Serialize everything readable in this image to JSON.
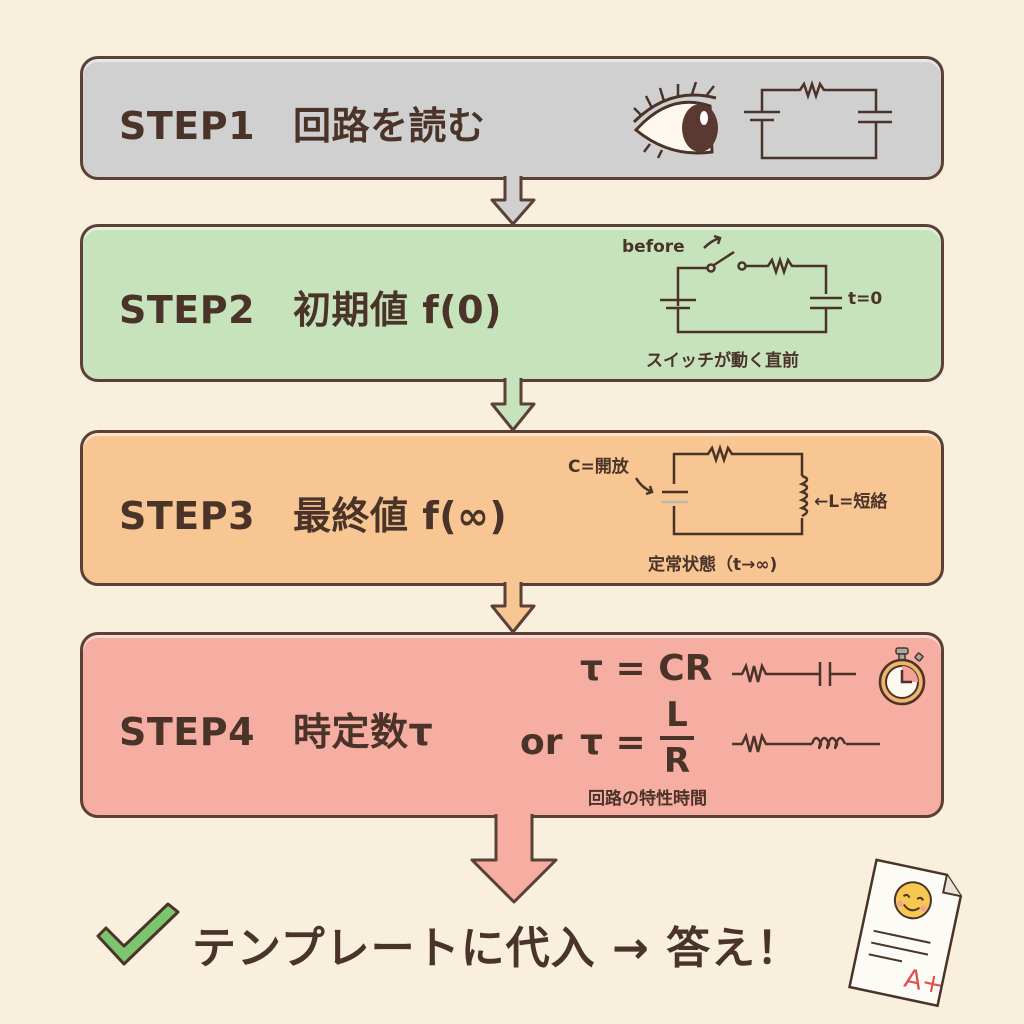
{
  "steps": [
    {
      "label": "STEP1",
      "title": "回路を読む",
      "color": "#d0d0d0",
      "icons": [
        "eye-icon",
        "circuit-icon"
      ]
    },
    {
      "label": "STEP2",
      "title": "初期値 f(0)",
      "color": "#c6e3bc",
      "annotations": {
        "before": "before",
        "time": "t=0",
        "caption": "スイッチが動く直前"
      }
    },
    {
      "label": "STEP3",
      "title": "最終値 f(∞)",
      "color": "#f8c693",
      "annotations": {
        "capacitor": "C=開放",
        "inductor": "←L=短絡",
        "caption": "定常状態（t→∞)"
      }
    },
    {
      "label": "STEP4",
      "title": "時定数τ",
      "color": "#f7aea2",
      "formulas": {
        "rc": "τ = CR",
        "or": "or",
        "rl_prefix": "τ =",
        "rl_numerator": "L",
        "rl_denominator": "R",
        "caption": "回路の特性時間"
      }
    }
  ],
  "final": {
    "text": "テンプレートに代入 → 答え！",
    "check_color": "#7cc46e",
    "grade": "A+"
  }
}
